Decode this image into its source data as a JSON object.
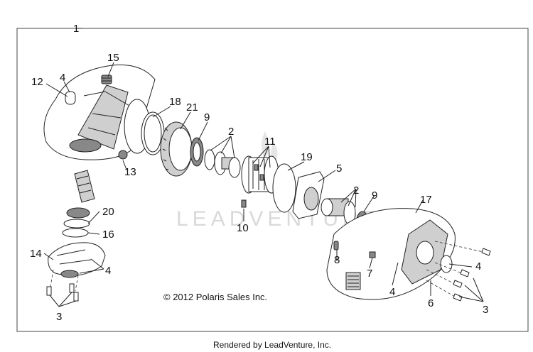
{
  "watermark": "LEADVENTURE",
  "copyright": "© 2012 Polaris Sales Inc.",
  "footer": "Rendered by LeadVenture, Inc.",
  "callouts": {
    "c1": "1",
    "c15": "15",
    "c12": "12",
    "c4a": "4",
    "c18": "18",
    "c21": "21",
    "c9a": "9",
    "c2a": "2",
    "c11": "11",
    "c19": "19",
    "c5": "5",
    "c2b": "2",
    "c9b": "9",
    "c17": "17",
    "c13": "13",
    "c20": "20",
    "c16": "16",
    "c10": "10",
    "c14": "14",
    "c4b": "4",
    "c3a": "3",
    "c8": "8",
    "c7": "7",
    "c4c": "4",
    "c4d": "4",
    "c6": "6",
    "c3b": "3"
  }
}
